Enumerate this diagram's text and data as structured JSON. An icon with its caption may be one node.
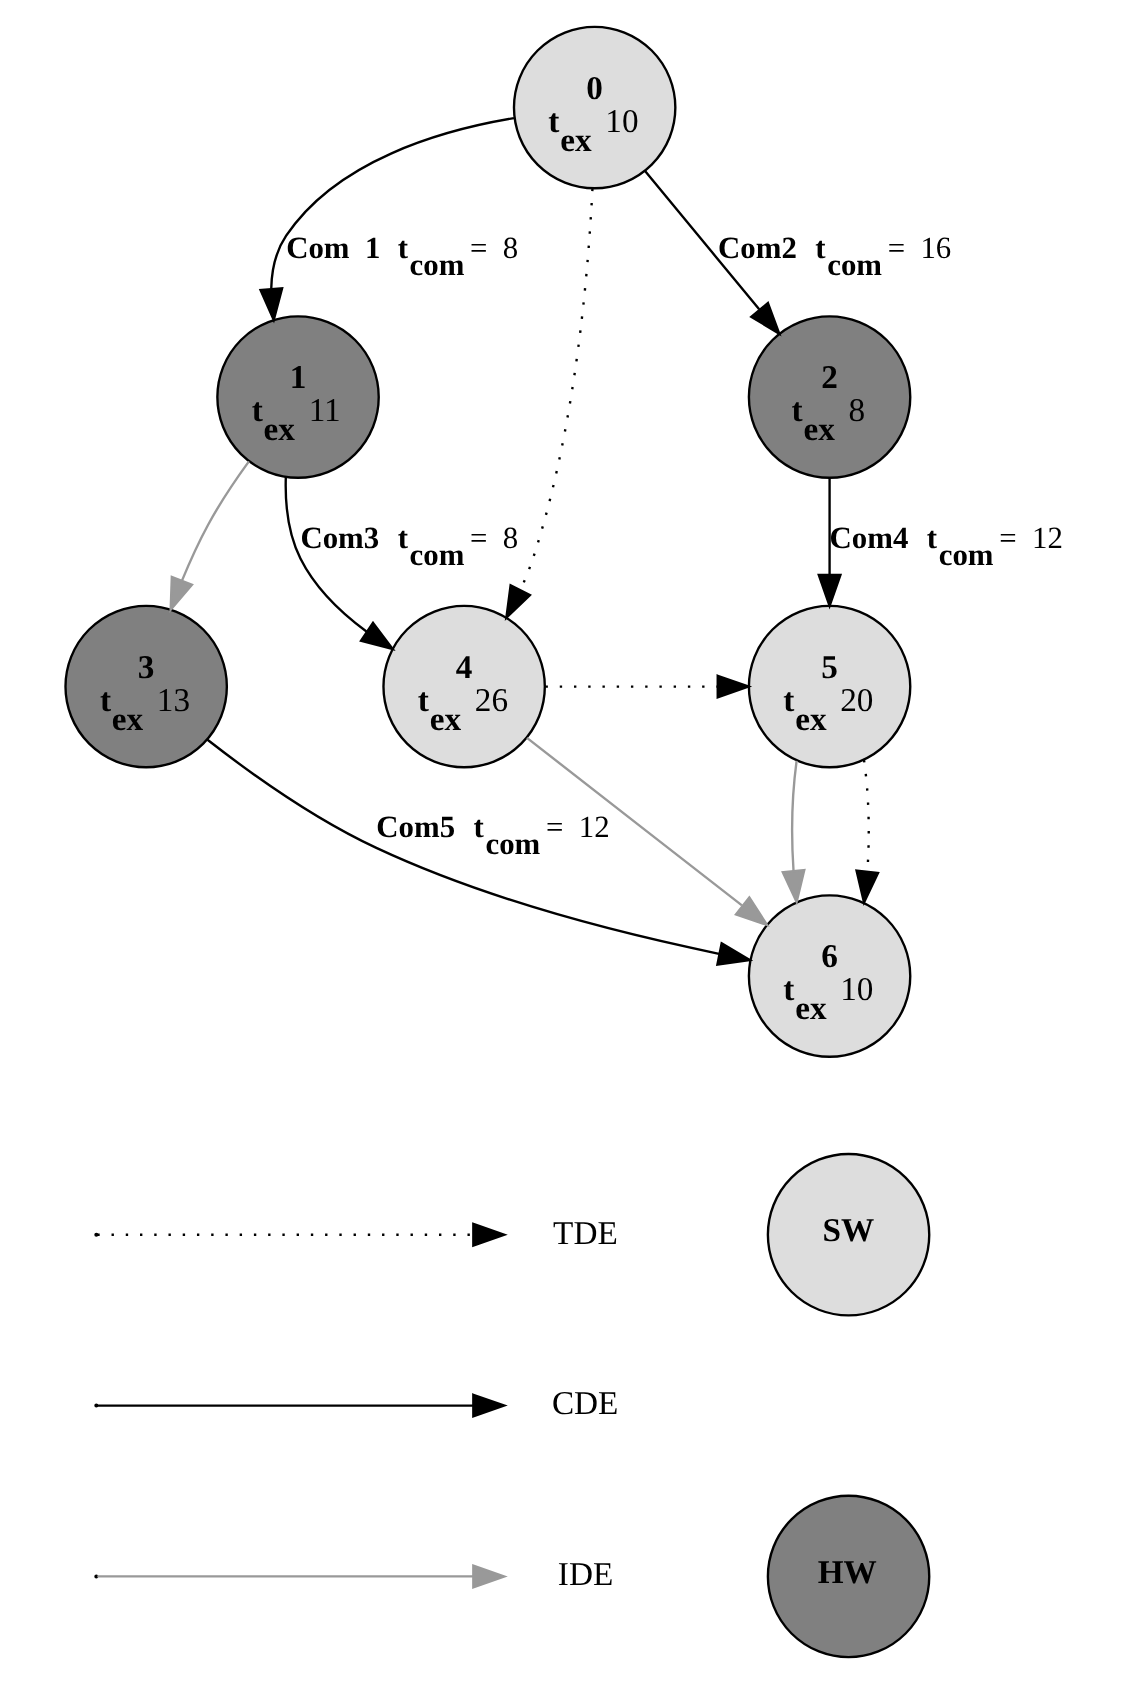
{
  "diagram": {
    "nodes": [
      {
        "text": [
          "0",
          "**t$_{ex}$** 10"
        ]
      },
      {
        "text": [
          "1",
          "**t$_{ex}$** 11"
        ]
      },
      {
        "text": [
          "2",
          "**t$_{ex}$** 8"
        ]
      },
      {
        "text": [
          "3",
          "**t$_{ex}$** 13"
        ]
      },
      {
        "text": [
          "4",
          "**t$_{ex}$** 26"
        ]
      },
      {
        "text": [
          "5",
          "**t$_{ex}$** 20"
        ]
      },
      {
        "text": [
          "6",
          "**t$_{ex}$** 10"
        ]
      },
      {
        "text": [
          "SW"
        ]
      },
      {
        "text": [
          "HW"
        ]
      }
    ],
    "edges": [
      {
        "from": 0,
        "to": 1,
        "arrow": "to",
        "label": "**Com 1** **t$_{com}$** = 8"
      },
      {
        "from": 0,
        "to": 4,
        "arrow": "to",
        "style": "dashed"
      },
      {
        "from": 0,
        "to": 2,
        "arrow": "to",
        "label": "**Com2** **t$_{com}$** = 16"
      },
      {
        "from": 1,
        "to": 3,
        "arrow": "to",
        "color": "#999999"
      },
      {
        "from": 1,
        "to": 4,
        "arrow": "to",
        "label": "**Com3** **t$_{com}$** = 8"
      },
      {
        "from": 2,
        "to": 5,
        "arrow": "to",
        "label": "**Com4** **t$_{com}$** = 12"
      },
      {
        "from": 4,
        "to": 5,
        "arrow": "to",
        "style": "dashed"
      },
      {
        "from": 3,
        "to": 6,
        "arrow": "to",
        "label": "**Com5** **t$_{com}$** = 12"
      },
      {
        "from": 4,
        "to": 6,
        "arrow": "to",
        "color": "#999999"
      },
      {
        "from": 5,
        "to": 6,
        "arrow": "to",
        "color": "#999999"
      },
      {
        "from": 5,
        "to": 6,
        "arrow": "to",
        "style": "dashed"
      }
    ],
    "legend": [
      {
        "text": "TDE"
      },
      {
        "text": "CDE"
      },
      {
        "text": "IDE"
      }
    ]
  }
}
